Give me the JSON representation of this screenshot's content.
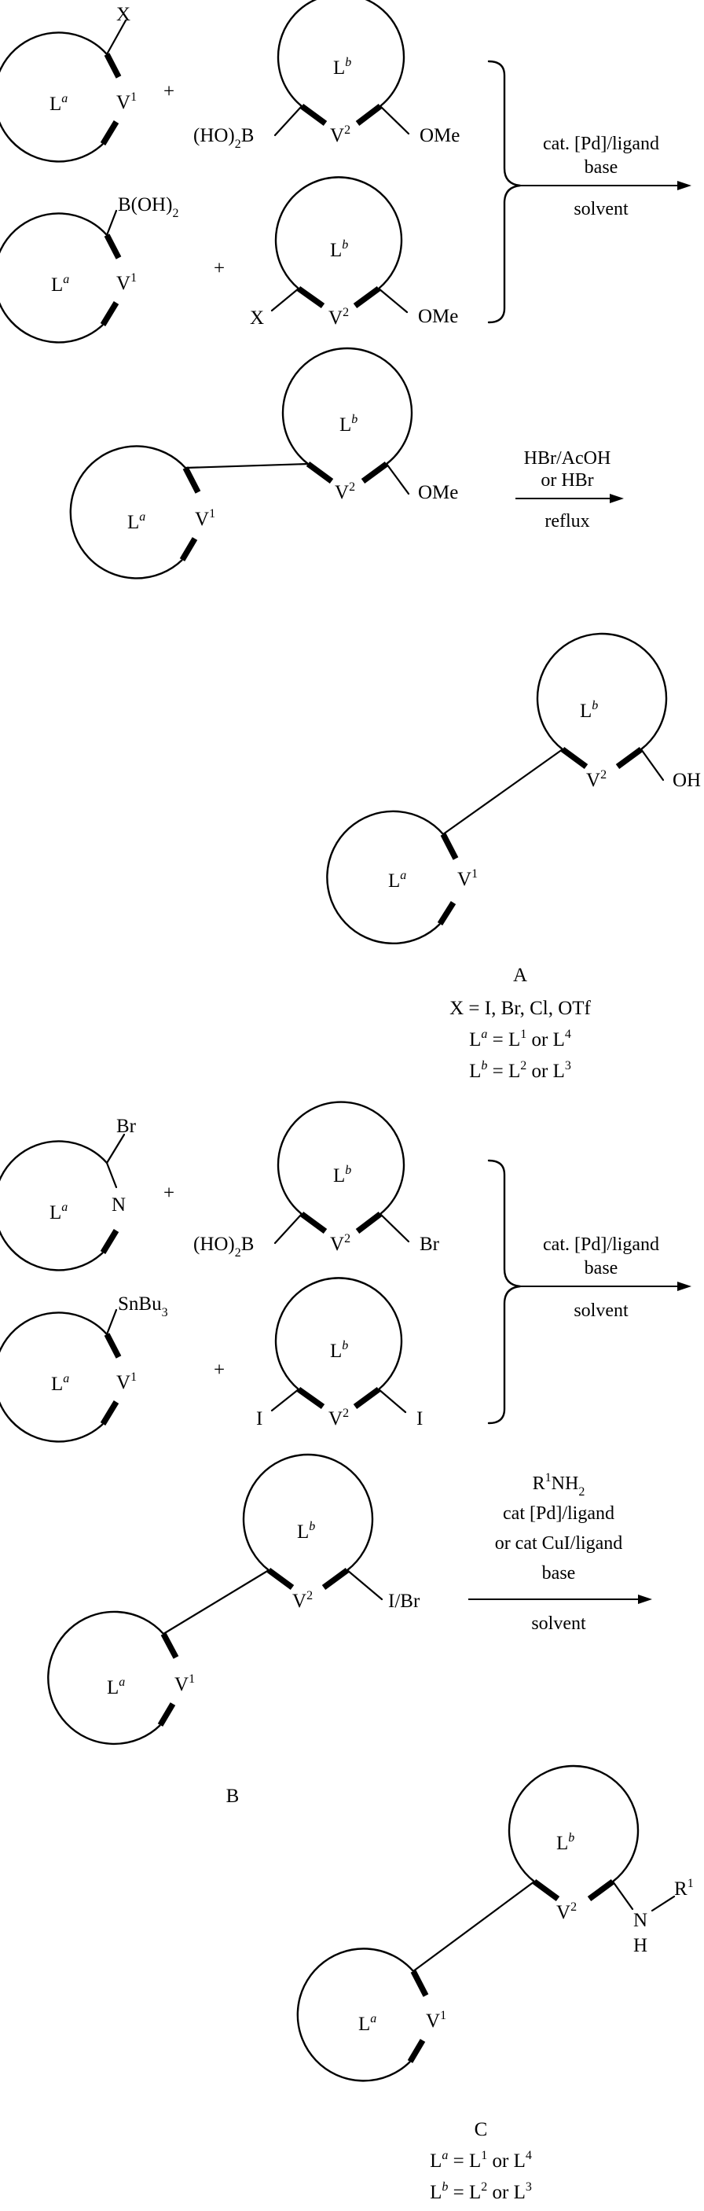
{
  "labels": {
    "ring_a": "L",
    "ring_a_sup": "a",
    "ring_b": "L",
    "ring_b_sup": "b",
    "v1": "V",
    "v1_sup": "1",
    "v2": "V",
    "v2_sup": "2",
    "N": "N",
    "H": "H",
    "X": "X",
    "Br": "Br",
    "I": "I",
    "OMe": "OMe",
    "OH": "OH",
    "I_Br": "I/Br",
    "boronic_prefix": "(HO)",
    "boronic_sub": "2",
    "boronic_suffix": "B",
    "boronic_acid_prefix": "B(OH)",
    "boronic_acid_sub": "2",
    "stannane_prefix": "SnBu",
    "stannane_sub": "3",
    "R": "R",
    "R_sup": "1",
    "plus": "+"
  },
  "conditions": {
    "step1": {
      "line1": "cat. [Pd]/ligand",
      "line2": "base",
      "line3": "solvent"
    },
    "step2": {
      "line1": "HBr/AcOH",
      "line2": "or HBr",
      "line3": "reflux"
    },
    "step3": {
      "line1": "cat. [Pd]/ligand",
      "line2": "base",
      "line3": "solvent"
    },
    "step4": {
      "line1_main": "R",
      "line1_sup": "1",
      "line1_tail": "NH",
      "line1_sub": "2",
      "line2": "cat [Pd]/ligand",
      "line3": "or cat CuI/ligand",
      "line4": "base",
      "line5": "solvent"
    }
  },
  "compounds": {
    "A": {
      "name": "A",
      "def1": "X = I, Br, Cl, OTf",
      "def2": {
        "lhs": "L",
        "lhs_sup": "a",
        "eq": " = L",
        "sup1": "1",
        "mid": " or L",
        "sup2": "4"
      },
      "def3": {
        "lhs": "L",
        "lhs_sup": "b",
        "eq": " = L",
        "sup1": "2",
        "mid": " or L",
        "sup2": "3"
      }
    },
    "B": {
      "name": "B"
    },
    "C": {
      "name": "C",
      "def2": {
        "lhs": "L",
        "lhs_sup": "a",
        "eq": " = L",
        "sup1": "1",
        "mid": " or L",
        "sup2": "4"
      },
      "def3": {
        "lhs": "L",
        "lhs_sup": "b",
        "eq": " = L",
        "sup1": "2",
        "mid": " or L",
        "sup2": "3"
      }
    }
  }
}
